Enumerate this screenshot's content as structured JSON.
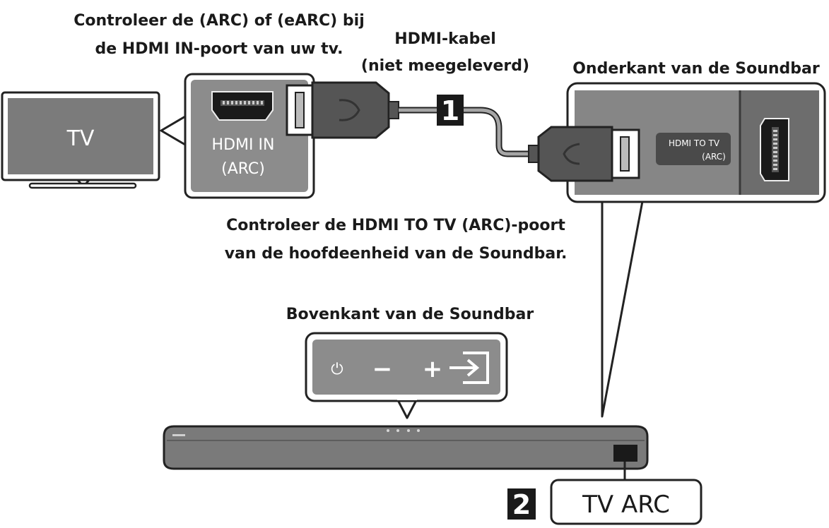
{
  "labels": {
    "tv_check_line1": "Controleer de (ARC) of (eARC) bij",
    "tv_check_line2": "de HDMI IN-poort van uw tv.",
    "cable_line1": "HDMI-kabel",
    "cable_line2": "(niet meegeleverd)",
    "soundbar_bottom": "Onderkant van de Soundbar",
    "soundbar_check_line1": "Controleer de HDMI TO TV (ARC)-poort",
    "soundbar_check_line2": "van de hoofdeenheid van de Soundbar.",
    "soundbar_top": "Bovenkant van de Soundbar"
  },
  "tv": {
    "label": "TV"
  },
  "tv_port": {
    "line1": "HDMI IN",
    "line2": "(ARC)"
  },
  "soundbar_port": {
    "line1": "HDMI TO TV",
    "line2": "(ARC)"
  },
  "steps": {
    "step1": "1",
    "step2": "2"
  },
  "tv_arc": {
    "label": "TV ARC"
  },
  "buttons": {
    "power": "⏻",
    "minus": "−",
    "plus": "+"
  },
  "colors": {
    "panel_gray": "#8c8c8c",
    "dark_panel": "#6d6d6d",
    "bar_gray": "#7a7a7a",
    "cable_gray": "#9a9a9a"
  },
  "icons": [
    "tv-icon",
    "hdmi-port-icon",
    "hdmi-plug-icon",
    "power-icon",
    "minus-icon",
    "plus-icon",
    "input-source-icon"
  ]
}
